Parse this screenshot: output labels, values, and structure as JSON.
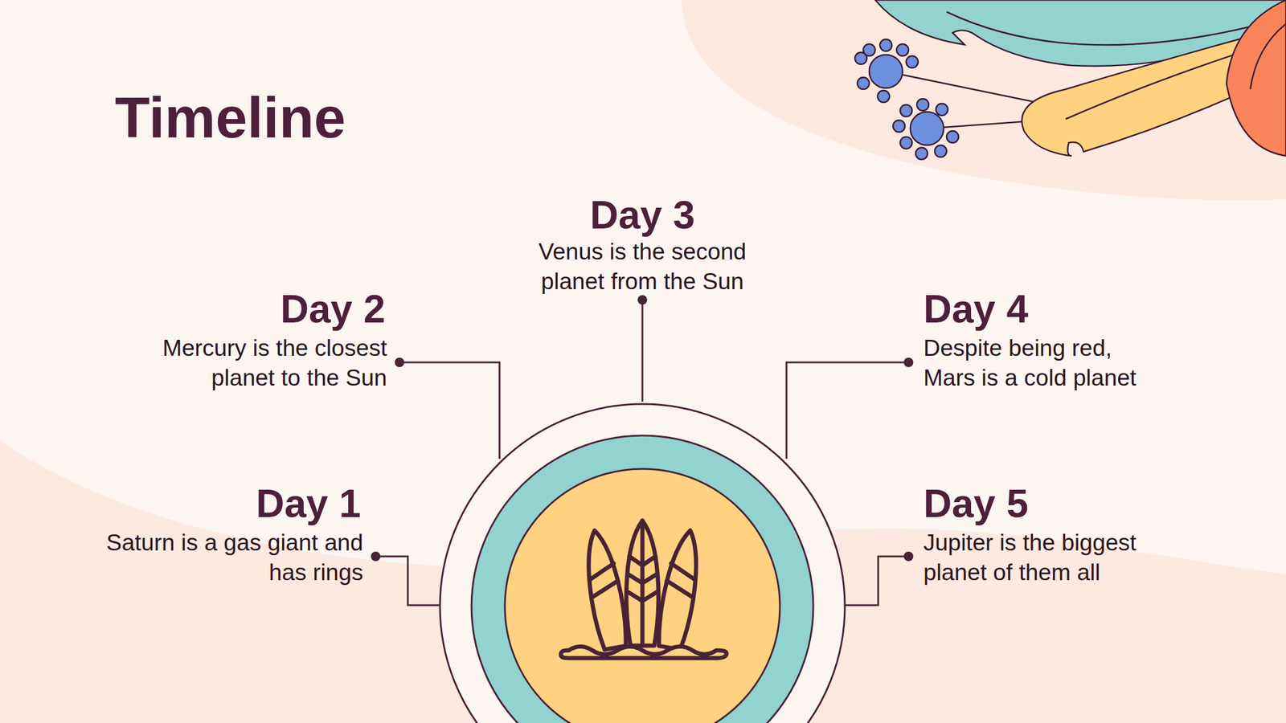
{
  "diagram": {
    "title": "Timeline",
    "labels": [
      "Day 3",
      "Venus is the second planet from the Sun",
      "Day 2",
      "Mercury is the closest planet to the Sun",
      "Day 4",
      "Despite being red, Mars is a cold planet",
      "Day 1",
      "Saturn is a gas giant and has rings",
      "Day 5",
      "Jupiter is the biggest planet of them all"
    ]
  }
}
